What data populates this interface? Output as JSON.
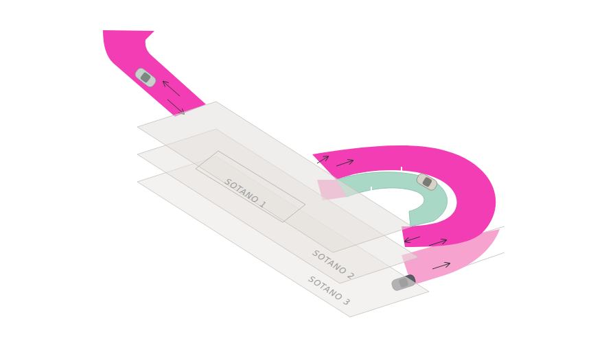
{
  "diagram": {
    "nodes": [
      {
        "text": [
          "SOTANO 1"
        ]
      },
      {
        "text": [
          "SOTANO 2"
        ]
      },
      {
        "text": [
          "SOTANO 3"
        ]
      }
    ]
  }
}
